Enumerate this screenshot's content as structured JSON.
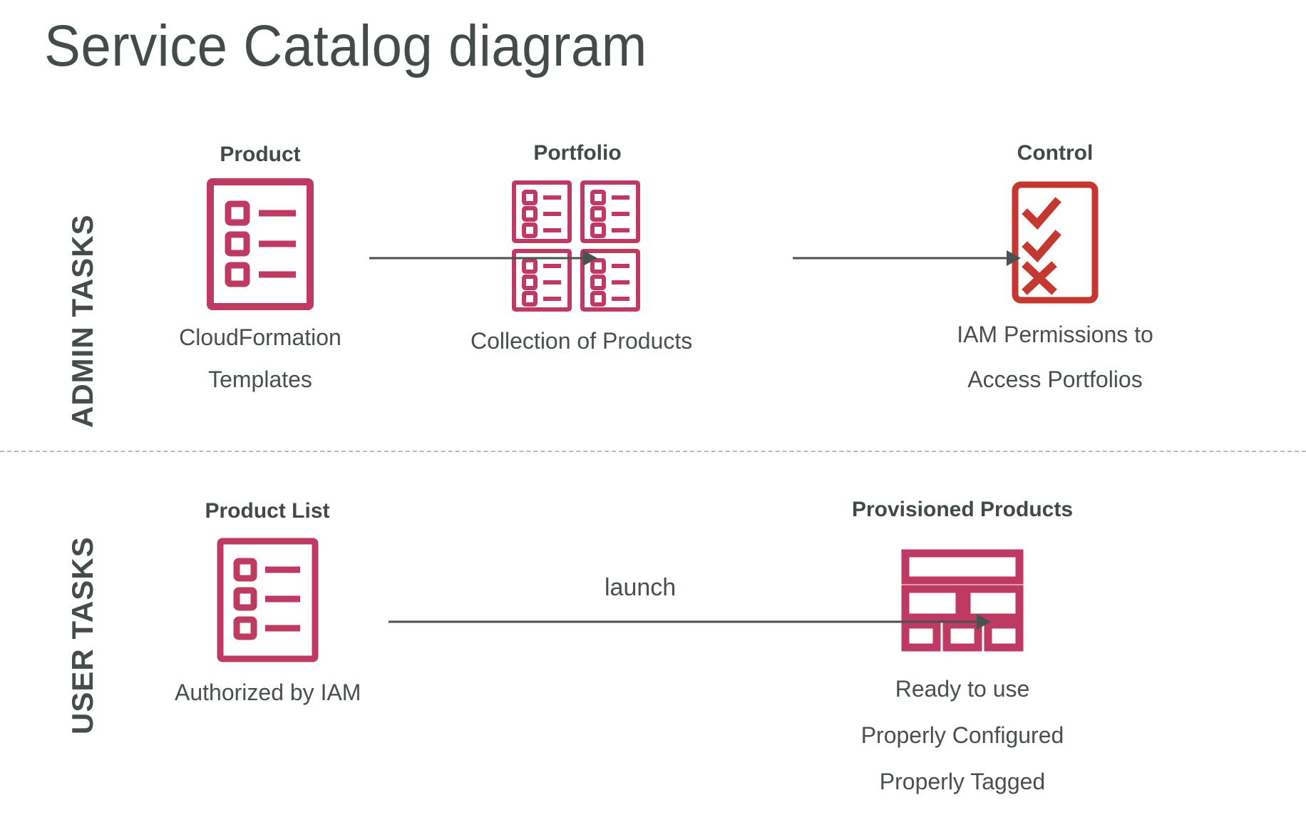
{
  "page": {
    "title": "Service Catalog diagram",
    "background": "#ffffff"
  },
  "colors": {
    "text_dark": "#414A4A",
    "crimson": "#BE3A63",
    "control_red": "#C4382F",
    "arrow_gray": "#4A5152",
    "divider_gray": "#b9bcbc"
  },
  "lanes": [
    {
      "id": "admin",
      "label": "ADMIN TASKS"
    },
    {
      "id": "user",
      "label": "USER TASKS"
    }
  ],
  "admin_row": {
    "product": {
      "title": "Product",
      "icon": "product-list-document-icon",
      "caption_line1": "CloudFormation",
      "caption_line2": "Templates"
    },
    "portfolio": {
      "title": "Portfolio",
      "icon": "portfolio-four-products-icon",
      "caption_line1": "Collection of Products"
    },
    "control": {
      "title": "Control",
      "icon": "control-checklist-icon",
      "caption_line1": "IAM Permissions to",
      "caption_line2": "Access Portfolios"
    },
    "arrows": [
      {
        "id": "product-to-portfolio",
        "label": ""
      },
      {
        "id": "portfolio-to-control",
        "label": ""
      }
    ]
  },
  "user_row": {
    "product_list": {
      "title": "Product List",
      "icon": "product-list-document-icon",
      "caption_line1": "Authorized by IAM"
    },
    "provisioned": {
      "title": "Provisioned Products",
      "icon": "provisioned-products-blocks-icon",
      "caption_line1": "Ready to use",
      "caption_line2": "Properly Configured",
      "caption_line3": "Properly Tagged"
    },
    "arrows": [
      {
        "id": "launch",
        "label": "launch"
      }
    ]
  }
}
